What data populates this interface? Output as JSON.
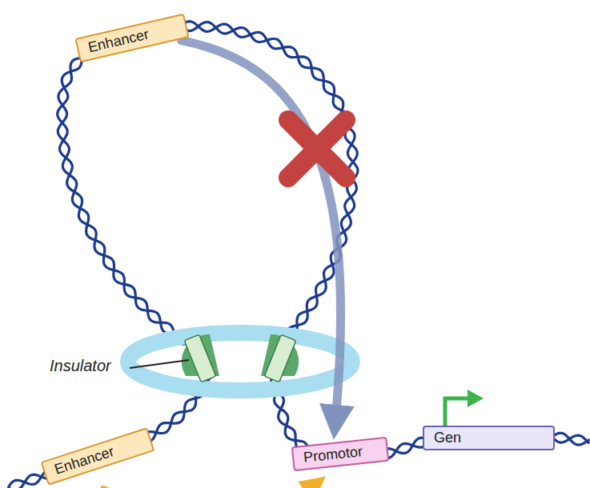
{
  "diagram": {
    "nodes": [
      {
        "text": [
          "Enhancer"
        ]
      },
      {
        "text": [
          "Enhancer"
        ]
      },
      {
        "text": [
          "Promotor"
        ]
      },
      {
        "text": [
          "Gen"
        ]
      }
    ],
    "edges": [
      {
        "from": 0,
        "to": 2,
        "arrow": "to"
      },
      {
        "from": 1,
        "to": 2,
        "arrow": "to"
      }
    ],
    "labels": [
      "Insulator"
    ]
  }
}
